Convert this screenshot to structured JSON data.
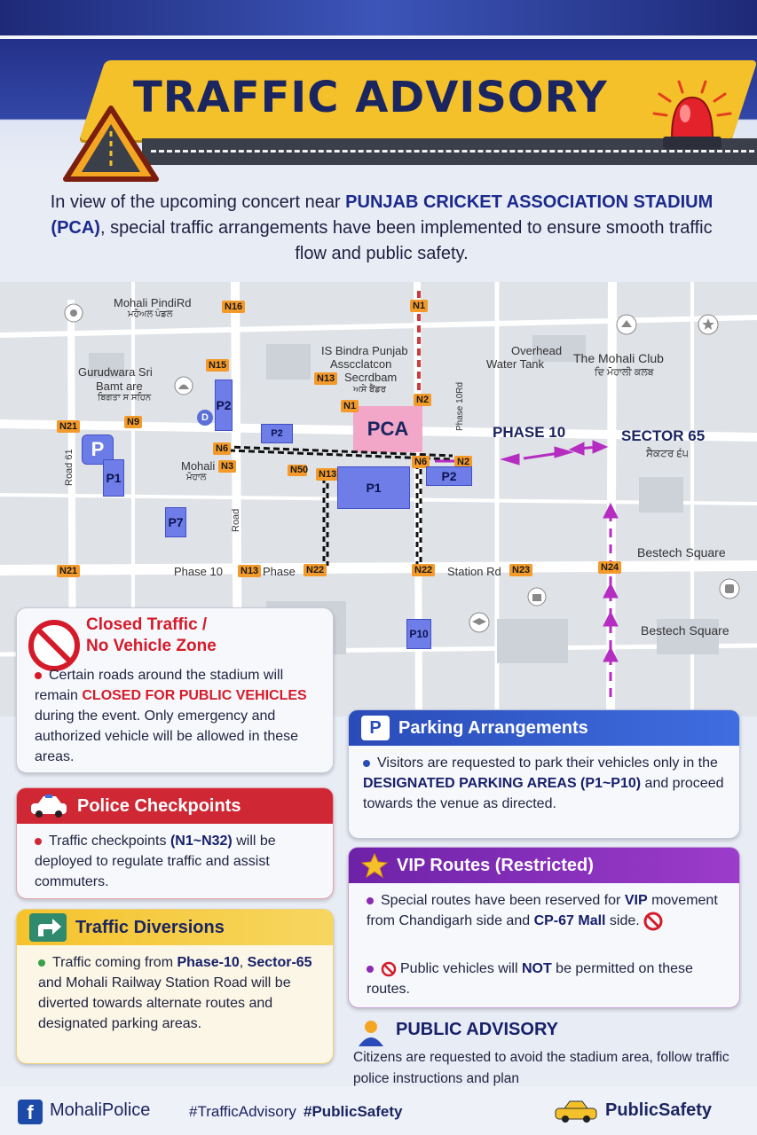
{
  "header": {
    "title": "TRAFFIC ADVISORY"
  },
  "intro": {
    "part1": "In view of the upcoming concert near ",
    "venue": "PUNJAB CRICKET ASSOCIATION STADIUM (PCA)",
    "part2": ", special traffic arrangements have been implemented to ensure smooth traffic flow and public safety."
  },
  "map": {
    "venue_label": "PCA",
    "places": {
      "pindi": "Mohali PindiRd",
      "pindi_pa": "ਮਹੋਅਲ ਪੰਡਲ",
      "gurudwara1": "Gurudwara Sri",
      "gurudwara2": "Bamt are",
      "gurudwara_pa": "ਬਿਗਤਾ ਸ ਸਹਿਨ",
      "isbindra1": "IS Bindra Punjab",
      "isbindra2": "Asscclatcon",
      "isbindra3": "Secrdbam",
      "isbindra_pa": "ਅਸੇ ਬੈਂਡਰ",
      "tank1": "Overhead",
      "tank2": "Water Tank",
      "club": "The Mohali Club",
      "club_pa": "ਦਿ ਮੋਹਾਲੀ ਕਲਬ",
      "phase10": "PHASE 10",
      "sector65": "SECTOR 65",
      "sector65_pa": "ਸੈਕਟਰ ੬੫",
      "mohali": "Mohali",
      "mohali_pa": "ਮੋਹਾਲ",
      "bestech1": "Bestech Square",
      "bestech2": "Bestech Square",
      "phase10_road": "Phase 10",
      "phase_road": "Phase",
      "station_rd": "Station Rd",
      "road61": "Road 61",
      "phase10_road_v": "Phase 10Rd",
      "road_v": "Road"
    },
    "nodes": [
      "N16",
      "N1",
      "N15",
      "N13",
      "N1",
      "N2",
      "N9",
      "N21",
      "N6",
      "N3",
      "N50",
      "N13",
      "N6",
      "N2",
      "N21",
      "N13",
      "N22",
      "N22",
      "N23",
      "N24"
    ],
    "parking": [
      "P",
      "P1",
      "P2",
      "P2",
      "P1",
      "P2",
      "P7",
      "P10"
    ],
    "d_marker": "D"
  },
  "closed": {
    "title1": "Closed Traffic /",
    "title2": "No Vehicle Zone",
    "t1": "Certain roads around the stadium will remain ",
    "t2": "CLOSED FOR PUBLIC VEHICLES",
    "t3": " during the event. Only emergency and authorized vehicle will be allowed in these areas."
  },
  "parking_card": {
    "icon": "P",
    "title": "Parking Arrangements",
    "t1": "Visitors are requested to park their vehicles only in the ",
    "t2": "DESIGNATED PARKING AREAS (P1~P10)",
    "t3": " and proceed towards the venue as directed."
  },
  "police": {
    "title": "Police Checkpoints",
    "t1": "Traffic checkpoints ",
    "t2": "(N1~N32)",
    "t3": " will be deployed to regulate traffic and assist commuters."
  },
  "vip": {
    "title": "VIP Routes (Restricted)",
    "t1": "Special routes have been reserved for ",
    "t2": "VIP",
    "t3": " movement from Chandigarh side and ",
    "t4": "CP-67 Mall",
    "t5": " side.",
    "u1": "Public vehicles will ",
    "u2": "NOT",
    "u3": " be permitted on these routes."
  },
  "diversions": {
    "title": "Traffic Diversions",
    "t1": "Traffic coming from ",
    "t2": "Phase-10",
    "t3": ", ",
    "t4": "Sector-65",
    "t5": " and Mohali Railway Station Road will be diverted towards alternate routes and designated parking areas."
  },
  "advisory": {
    "title": "PUBLIC ADVISORY",
    "text": "Citizens are requested to avoid the stadium area, follow traffic police instructions and plan"
  },
  "footer": {
    "fb": "f",
    "handle": "MohaliPolice",
    "tags": "#TrafficAdvisory",
    "tag2": "#PublicSafety",
    "right": "PublicSafety"
  },
  "colors": {
    "navy": "#1b2560",
    "yellow": "#f4c12a",
    "red": "#d51b2a",
    "blue": "#2f59c8",
    "purple": "#8b2ab5",
    "closure": "#1a1a1a"
  }
}
